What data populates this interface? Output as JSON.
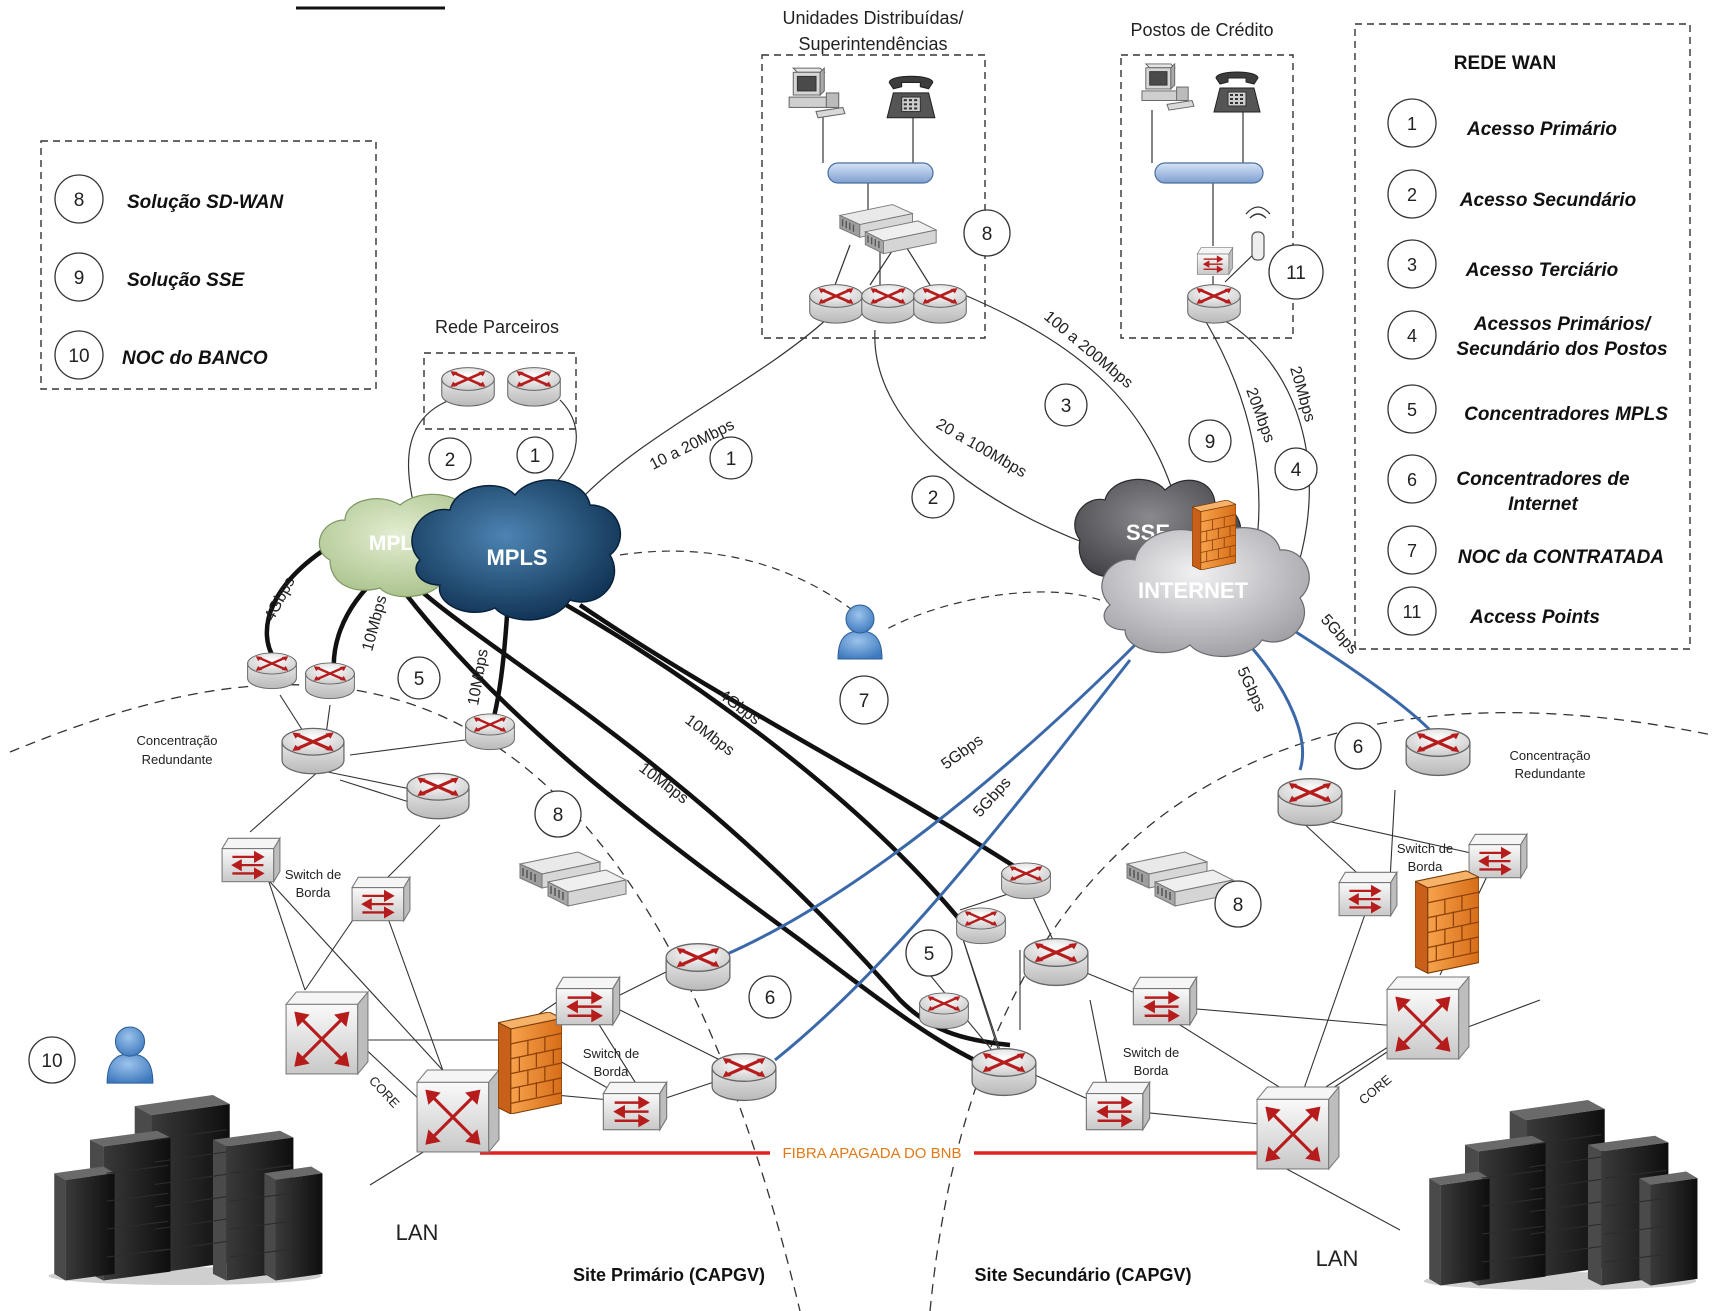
{
  "top_labels": {
    "unidades_line1": "Unidades Distribuídas/",
    "unidades_line2": "Superintendências",
    "postos": "Postos de Crédito",
    "rede_parceiros": "Rede Parceiros"
  },
  "left_legend": [
    {
      "num": "8",
      "text": "Solução SD-WAN"
    },
    {
      "num": "9",
      "text": "Solução SSE"
    },
    {
      "num": "10",
      "text": "NOC do BANCO"
    }
  ],
  "wan_legend": {
    "title": "REDE WAN",
    "items": [
      {
        "num": "1",
        "line1": "Acesso Primário",
        "line2": ""
      },
      {
        "num": "2",
        "line1": "Acesso Secundário",
        "line2": ""
      },
      {
        "num": "3",
        "line1": "Acesso Terciário",
        "line2": ""
      },
      {
        "num": "4",
        "line1": "Acessos Primários/",
        "line2": "Secundário dos Postos"
      },
      {
        "num": "5",
        "line1": "Concentradores MPLS",
        "line2": ""
      },
      {
        "num": "6",
        "line1": "Concentradores de",
        "line2": "Internet"
      },
      {
        "num": "7",
        "line1": "NOC da CONTRATADA",
        "line2": ""
      },
      {
        "num": "11",
        "line1": "Access Points",
        "line2": ""
      }
    ]
  },
  "clouds": {
    "mpls_green": "MPLS",
    "mpls_blue": "MPLS",
    "sse": "SSE",
    "internet": "INTERNET"
  },
  "link_labels": {
    "l_10_20": "10 a 20Mbps",
    "l_20_100": "20 a 100Mbps",
    "l_100_200": "100 a 200Mbps",
    "l_20_a": "20Mbps",
    "l_20_b": "20Mbps",
    "l_4g_left": "4Gbps",
    "l_10m_a": "10Mbps",
    "l_10m_b": "10Mbps",
    "l_4g_mid": "4Gbps",
    "l_10m_mid1": "10Mbps",
    "l_10m_mid2": "10Mbps",
    "l_5g_a": "5Gbps",
    "l_5g_b": "5Gbps",
    "l_5g_c": "5Gbps",
    "l_5g_d": "5Gbps"
  },
  "badges": {
    "b1_parc": "1",
    "b2_parc": "2",
    "b8_top": "8",
    "b11": "11",
    "b1": "1",
    "b2": "2",
    "b3": "3",
    "b9": "9",
    "b4": "4",
    "b5_left": "5",
    "b7": "7",
    "b6_right": "6",
    "b8_left": "8",
    "b8_right": "8",
    "b5_mid": "5",
    "b6_mid": "6",
    "b10": "10"
  },
  "site_labels": {
    "conc_left_1": "Concentração",
    "conc_left_2": "Redundante",
    "conc_right_1": "Concentração",
    "conc_right_2": "Redundante",
    "sw_borda_a1": "Switch de",
    "sw_borda_a2": "Borda",
    "sw_borda_b1": "Switch de",
    "sw_borda_b2": "Borda",
    "sw_borda_c1": "Switch de",
    "sw_borda_c2": "Borda",
    "sw_borda_d1": "Switch de",
    "sw_borda_d2": "Borda",
    "core_left": "CORE",
    "core_right": "CORE",
    "fibra": "FIBRA APAGADA DO BNB",
    "lan_left": "LAN",
    "lan_right": "LAN",
    "site_primario": "Site Primário (CAPGV)",
    "site_secundario": "Site Secundário (CAPGV)"
  },
  "colors": {
    "wan_blue": "#3a68a8",
    "fiber_red": "#e52222",
    "fiber_text": "#e07a1a",
    "cloud_blue": "#1d4f7a",
    "cloud_green": "#c2d6a6",
    "cloud_gray": "#cfcfd2",
    "cloud_dark": "#5a5a5e",
    "firewall": "#f08a2a"
  }
}
